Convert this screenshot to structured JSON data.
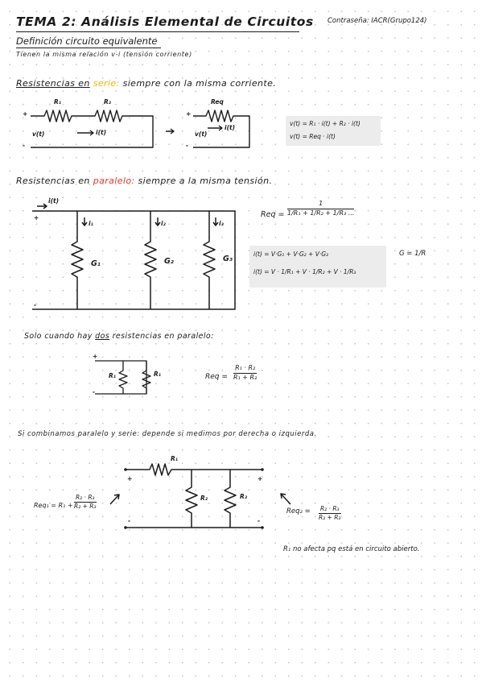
{
  "header": {
    "title": "TEMA 2: Análisis Elemental de Circuitos",
    "password": "Contraseña: IACR(Grupo124)"
  },
  "definition": {
    "heading": "Definición circuito equivalente",
    "text": "Tienen la misma relación v-i (tensión corriente)"
  },
  "series": {
    "heading_prefix": "Resistencias en",
    "keyword": "serie:",
    "heading_suffix": "siempre con la misma corriente.",
    "labels": {
      "r1": "R₁",
      "r2": "R₂",
      "req": "Req",
      "v": "v(t)",
      "i": "i(t)",
      "plus": "+",
      "minus": "-"
    },
    "eq1": "v(t) = R₁ · i(t) + R₂ · i(t)",
    "eq2": "v(t) = Req · i(t)"
  },
  "parallel": {
    "heading_prefix": "Resistencias en",
    "keyword": "paralelo:",
    "heading_suffix": "siempre a la misma tensión.",
    "labels": {
      "it": "i(t)",
      "i1": "i₁",
      "i2": "i₂",
      "i3": "i₃",
      "g1": "G₁",
      "g2": "G₂",
      "g3": "G₃"
    },
    "req_lhs": "Req =",
    "req_num": "1",
    "req_den": "1/R₁ + 1/R₂ + 1/R₃ ...",
    "eq_current1": "i(t) = V·G₁ + V·G₂ + V·G₃",
    "eq_current2": "i(t) = V · 1/R₁ + V · 1/R₂ + V · 1/R₃",
    "g_def": "G = 1/R"
  },
  "two_parallel": {
    "text_prefix": "Solo cuando hay",
    "keyword": "dos",
    "text_suffix": "resistencias en paralelo:",
    "labels": {
      "r1": "R₁",
      "r2": "R₁"
    },
    "req_lhs": "Req =",
    "num": "R₁ · R₂",
    "den": "R₁ + R₂"
  },
  "combined": {
    "text": "Si combinamos paralelo y serie: depende si medimos por derecha o izquierda.",
    "labels": {
      "r1": "R₁",
      "r2": "R₂",
      "r3": "R₃"
    },
    "req1_lhs": "Req₁ = R₁ +",
    "req1_num": "R₂ · R₃",
    "req1_den": "R₂ + R₃",
    "req2_lhs": "Req₂ =",
    "req2_num": "R₂ · R₃",
    "req2_den": "R₂ + R₃",
    "note": "R₁ no afecta pq está en circuito abierto."
  }
}
